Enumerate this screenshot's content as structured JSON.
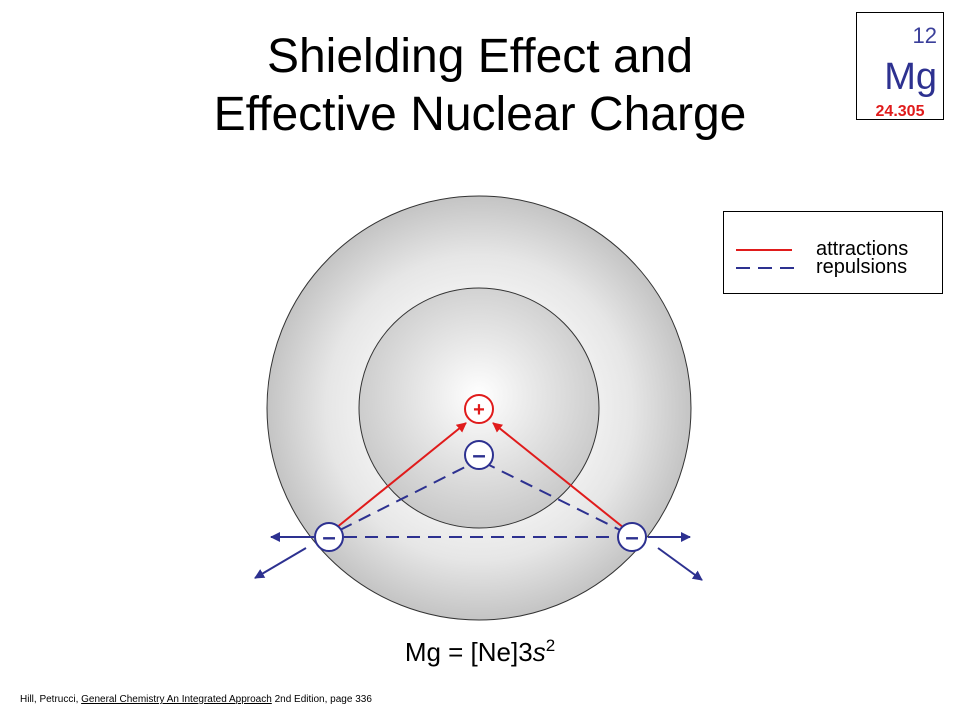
{
  "title": {
    "line1": "Shielding Effect and",
    "line2": "Effective Nuclear Charge"
  },
  "element": {
    "number": "12",
    "symbol": "Mg",
    "mass": "24.305"
  },
  "legend": {
    "attractions_label": "attractions",
    "repulsions_label": "repulsions"
  },
  "diagram": {
    "nucleus_symbol": "+",
    "electron_symbol": "–",
    "attraction_color": "#e01b1b",
    "repulsion_color": "#2d3190"
  },
  "formula": {
    "prefix": "Mg = [Ne]3",
    "orbital": "s",
    "superscript": "2"
  },
  "citation": {
    "authors": "Hill, Petrucci, ",
    "book": "General Chemistry An Integrated Approach",
    "edition": " 2nd Edition, page 336"
  }
}
